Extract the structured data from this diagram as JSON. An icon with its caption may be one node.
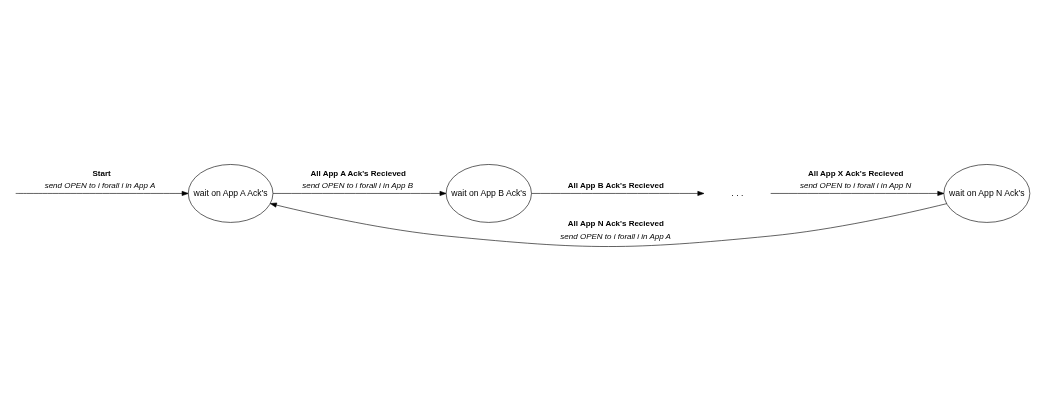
{
  "diagram": {
    "nodes": [
      {
        "text": [
          "wait on App A Ack's"
        ]
      },
      {
        "text": [
          "wait on App B Ack's"
        ]
      },
      {
        "text": [
          ". . ."
        ]
      },
      {
        "text": [
          "wait on App N Ack's"
        ]
      }
    ],
    "edges": [
      {
        "from": null,
        "to": 0,
        "arrow": "to",
        "label": "Start"
      },
      {
        "from": 0,
        "to": 1,
        "arrow": "to",
        "label": "All App A Ack's Recieved"
      },
      {
        "from": 1,
        "to": 2,
        "arrow": "to",
        "label": "All App B Ack's Recieved"
      },
      {
        "from": 2,
        "to": 3,
        "arrow": "to",
        "label": "All App X Ack's Recieved"
      },
      {
        "from": 3,
        "to": 0,
        "arrow": "to",
        "label": "All App N Ack's Recieved"
      }
    ],
    "labels": [
      "send OPEN to i forall i in App A",
      "send OPEN to i forall i in App B",
      "send OPEN to i forall i in App N",
      "send OPEN to i forall i in App A"
    ]
  }
}
